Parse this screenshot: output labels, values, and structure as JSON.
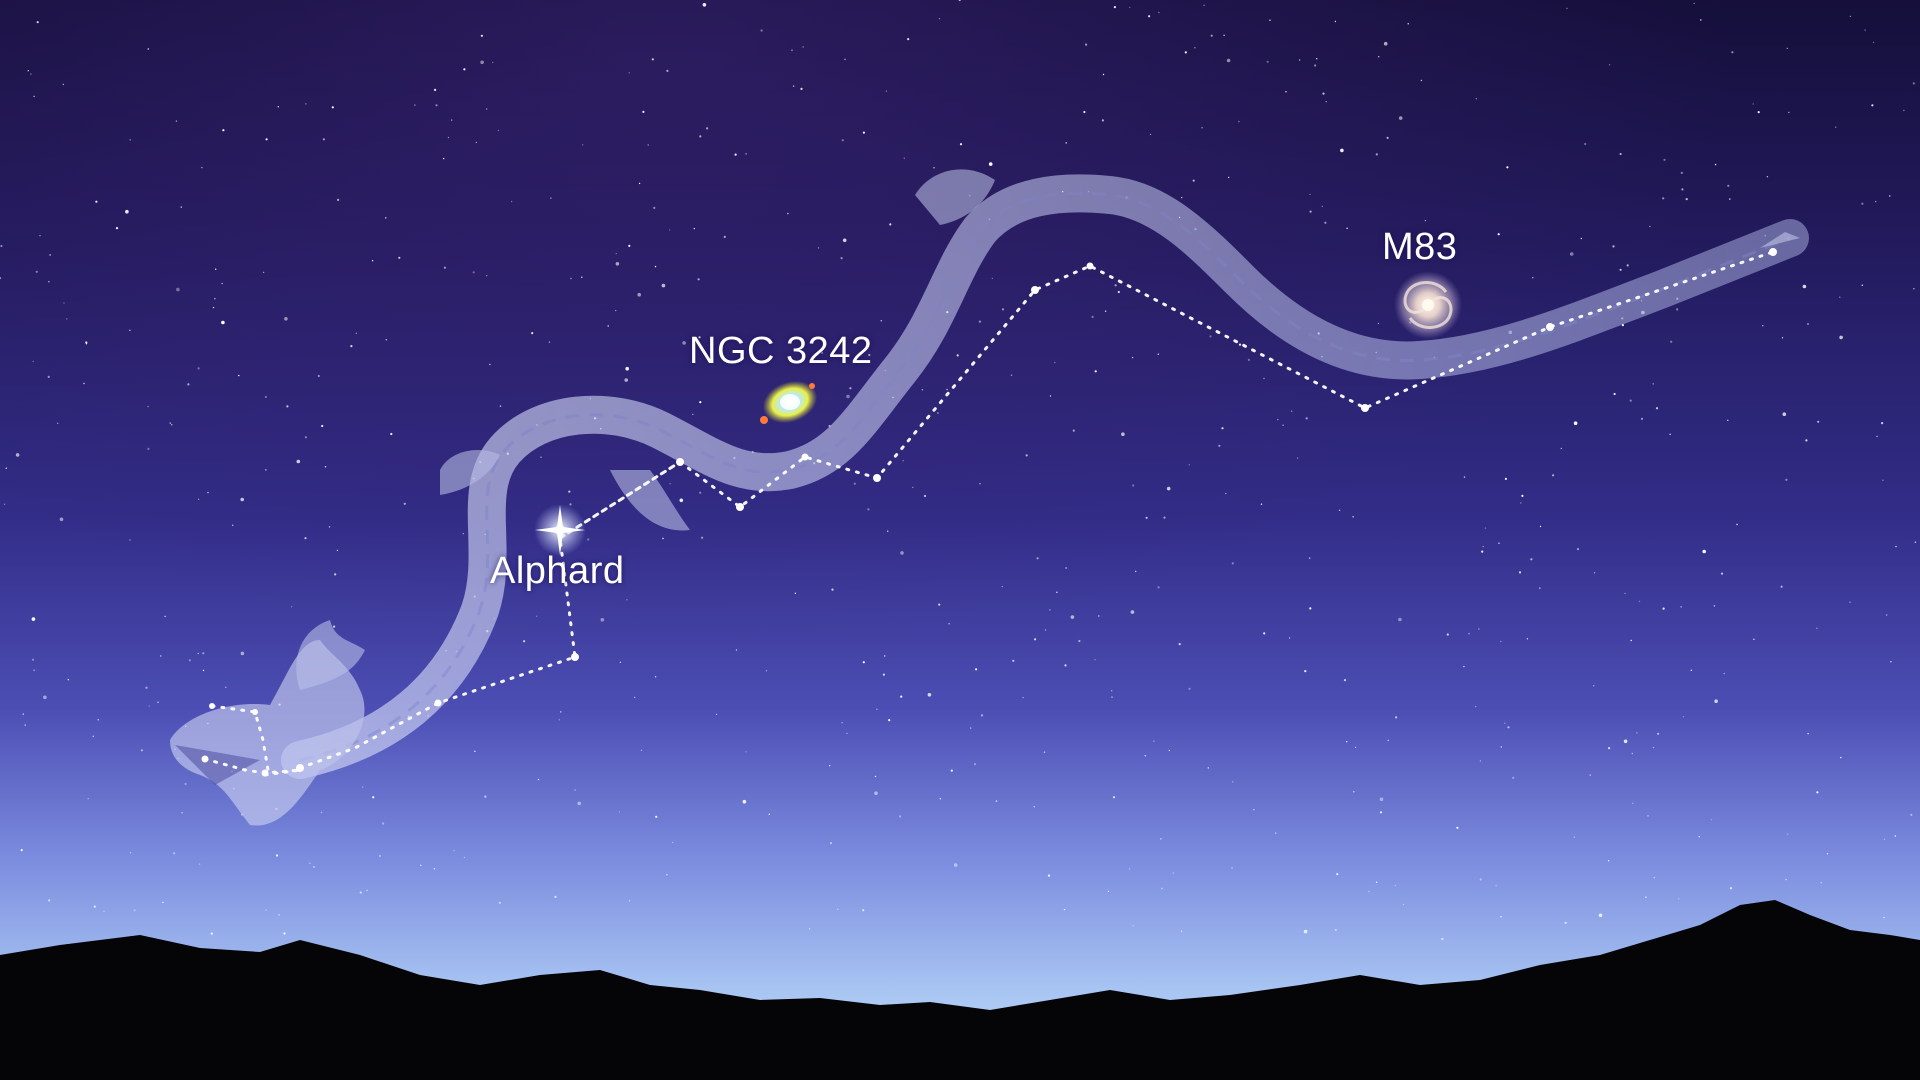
{
  "labels": {
    "alphard": "Alphard",
    "ngc3242": "NGC 3242",
    "m83": "M83"
  },
  "colors": {
    "sky_top": "#150f3a",
    "sky_mid": "#3a3596",
    "sky_low": "#7f8fe0",
    "sky_horizon": "#b5d3f7",
    "mountains": "#050406",
    "dragon_fill": "#c7cdf2",
    "constellation_line": "#ffffff"
  }
}
